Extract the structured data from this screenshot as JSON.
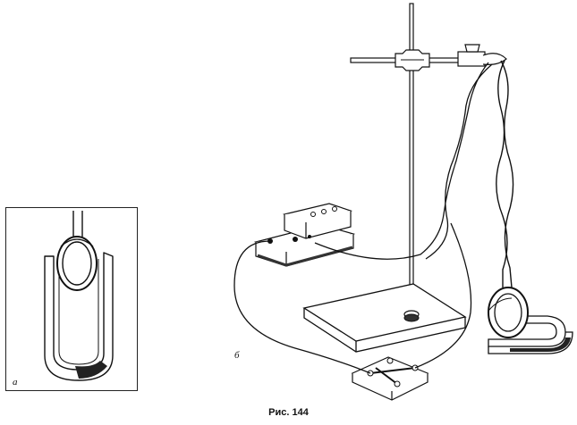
{
  "labels": {
    "panel_a": "а",
    "panel_b": "б"
  },
  "caption": "Рис. 144",
  "colors": {
    "ink": "#111111",
    "paper": "#ffffff",
    "shade": "#444444"
  }
}
